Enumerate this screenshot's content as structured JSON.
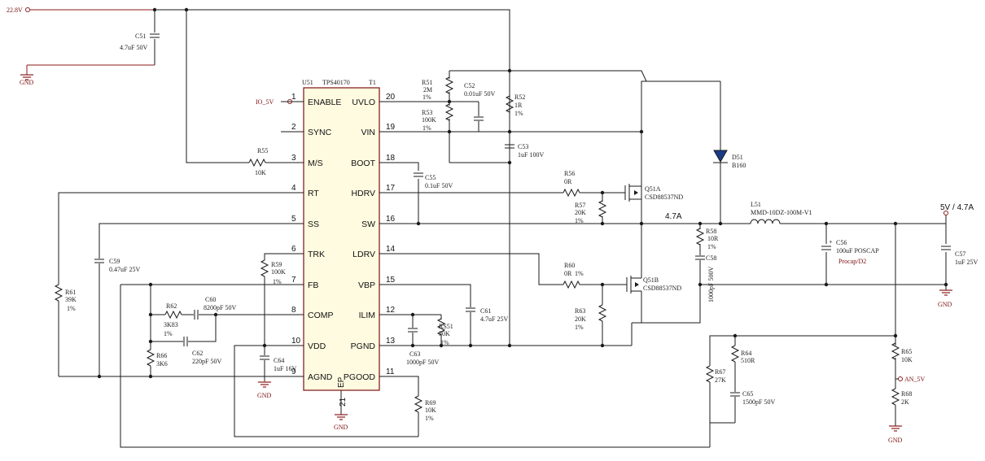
{
  "ic": {
    "ref": "U51",
    "part": "TPS40170",
    "tag": "T1",
    "ep_label": "EP",
    "left_pins": [
      {
        "num": "1",
        "name": "ENABLE"
      },
      {
        "num": "2",
        "name": "SYNC"
      },
      {
        "num": "3",
        "name": "M/S"
      },
      {
        "num": "4",
        "name": "RT"
      },
      {
        "num": "5",
        "name": "SS"
      },
      {
        "num": "6",
        "name": "TRK"
      },
      {
        "num": "7",
        "name": "FB"
      },
      {
        "num": "8",
        "name": "COMP"
      },
      {
        "num": "10",
        "name": "VDD"
      },
      {
        "num": "9",
        "name": "AGND"
      }
    ],
    "right_pins": [
      {
        "num": "20",
        "name": "UVLO"
      },
      {
        "num": "19",
        "name": "VIN"
      },
      {
        "num": "18",
        "name": "BOOT"
      },
      {
        "num": "17",
        "name": "HDRV"
      },
      {
        "num": "16",
        "name": "SW"
      },
      {
        "num": "14",
        "name": "LDRV"
      },
      {
        "num": "15",
        "name": "VBP"
      },
      {
        "num": "12",
        "name": "ILIM"
      },
      {
        "num": "13",
        "name": "PGND"
      },
      {
        "num": "11",
        "name": "PGOOD"
      }
    ],
    "bottom_pin": "21"
  },
  "nets": {
    "vin": "22.8V",
    "io": "IO_5V",
    "vout": "5V / 4.7A",
    "an": "AN_5V",
    "gnd": "GND",
    "current": "4.7A"
  },
  "components": {
    "c51": [
      "C51",
      "4.7uF 50V"
    ],
    "r51": [
      "R51",
      "2M",
      "1%"
    ],
    "c52": [
      "C52",
      "0.01uF 50V"
    ],
    "r53": [
      "R53",
      "100K",
      "1%"
    ],
    "r52": [
      "R52",
      "1R",
      "1%"
    ],
    "c53": [
      "C53",
      "1uF 100V"
    ],
    "r55": [
      "R55",
      "10K"
    ],
    "c55": [
      "C55",
      "0.1uF 50V"
    ],
    "r56": [
      "R56",
      "0R"
    ],
    "r57": [
      "R57",
      "20K",
      "1%"
    ],
    "q51a": [
      "Q51A",
      "CSD88537ND"
    ],
    "q51b": [
      "Q51B",
      "CSD88537ND"
    ],
    "d51": [
      "D51",
      "B160"
    ],
    "l51": [
      "L51",
      "MMD-10DZ-100M-V1"
    ],
    "r58": [
      "R58",
      "10R",
      "1%"
    ],
    "c58": [
      "C58",
      "1000pF 500V"
    ],
    "c56": [
      "C56",
      "100uF POSCAP",
      "Procap/D2"
    ],
    "c57": [
      "C57",
      "1uF 25V"
    ],
    "r60": [
      "R60",
      "0R",
      "1%"
    ],
    "r63": [
      "R63",
      "20K",
      "1%"
    ],
    "c59": [
      "C59",
      "0.47uF 25V"
    ],
    "r59": [
      "R59",
      "100K",
      "1%"
    ],
    "r61": [
      "R61",
      "39K",
      "1%"
    ],
    "r62": [
      "R62",
      "3K83",
      "1%"
    ],
    "c60": [
      "C60",
      "8200pF 50V"
    ],
    "c62": [
      "C62",
      "220pF 50V"
    ],
    "r66": [
      "R66",
      "3K6"
    ],
    "c64": [
      "C64",
      "1uF 16V"
    ],
    "c61": [
      "C61",
      "4.7uF 25V"
    ],
    "r551": [
      "RS51",
      "30K",
      "1%"
    ],
    "c63": [
      "C63",
      "1000pF 50V"
    ],
    "r69": [
      "R69",
      "10K",
      "1%"
    ],
    "r64": [
      "R64",
      "510R"
    ],
    "r67": [
      "R67",
      "27K"
    ],
    "c65": [
      "C65",
      "1500pF 50V"
    ],
    "r65": [
      "R65",
      "10K"
    ],
    "r68": [
      "R68",
      "2K"
    ]
  }
}
